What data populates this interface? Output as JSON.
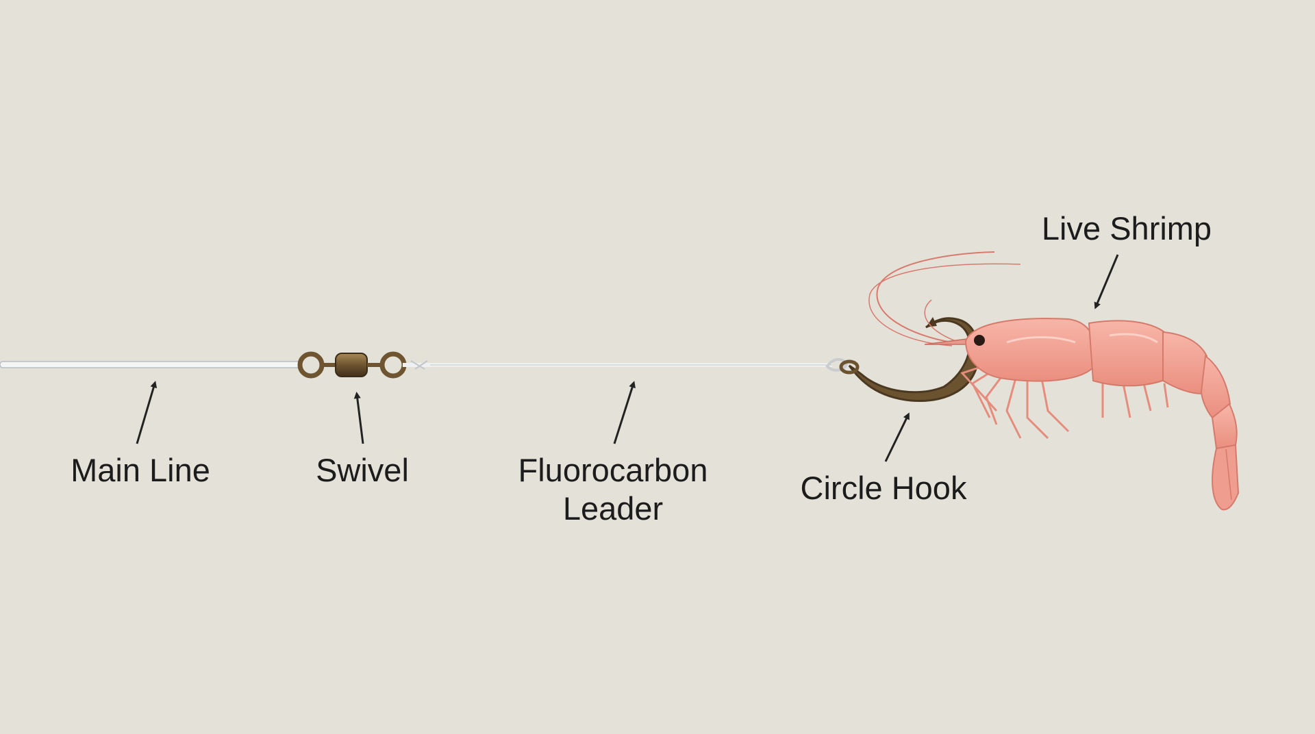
{
  "labels": {
    "main_line": "Main Line",
    "swivel": "Swivel",
    "leader_line1": "Fluorocarbon",
    "leader_line2": "Leader",
    "circle_hook": "Circle Hook",
    "live_shrimp": "Live Shrimp"
  },
  "colors": {
    "background": "#e4e1d8",
    "line": "#cfd3d6",
    "hook": "#6b5330",
    "swivel": "#7a5f33",
    "shrimp": "#f3a89c",
    "arrow": "#222222"
  },
  "icons": [
    "swivel-icon",
    "circle-hook-icon",
    "shrimp-icon"
  ]
}
